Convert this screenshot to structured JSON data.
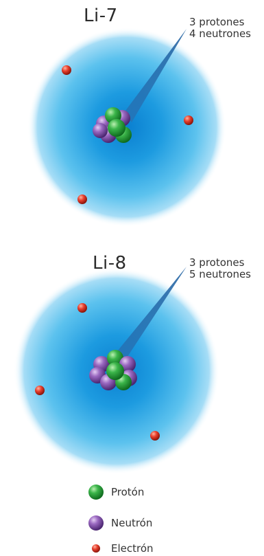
{
  "colors": {
    "cloud": "#1fa3df",
    "proton": "#3bb54a",
    "neutron": "#8e5bb3",
    "electron": "#e8402e"
  },
  "atoms": [
    {
      "label": "Li-7",
      "protons_text": "3 protones",
      "neutrons_text": "4 neutrones",
      "protons": 3,
      "neutrons": 4,
      "electrons": 3
    },
    {
      "label": "Li-8",
      "protons_text": "3 protones",
      "neutrons_text": "5 neutrones",
      "protons": 3,
      "neutrons": 5,
      "electrons": 3
    }
  ],
  "legend": [
    {
      "label": "Protón",
      "icon": "proton-icon"
    },
    {
      "label": "Neutrón",
      "icon": "neutron-icon"
    },
    {
      "label": "Electrón",
      "icon": "electron-icon"
    }
  ]
}
